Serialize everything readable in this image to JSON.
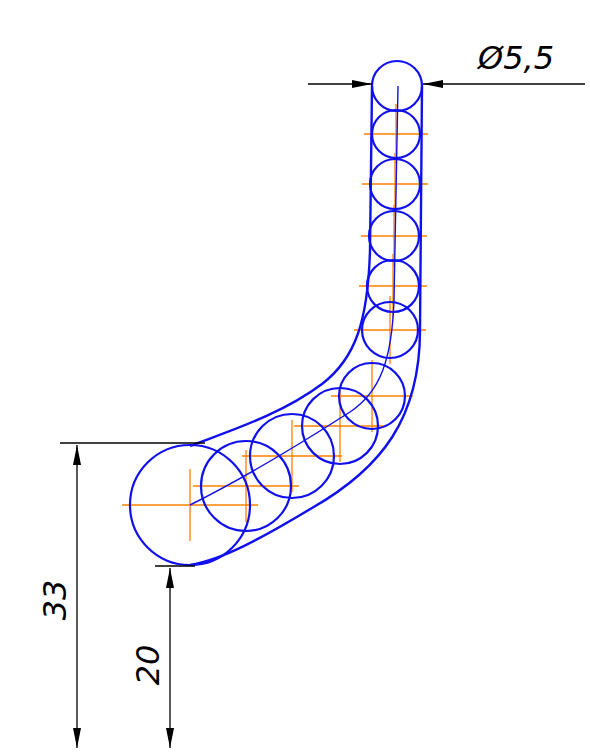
{
  "diagram": {
    "labels": [
      "Ø5,5",
      "33",
      "20"
    ]
  }
}
